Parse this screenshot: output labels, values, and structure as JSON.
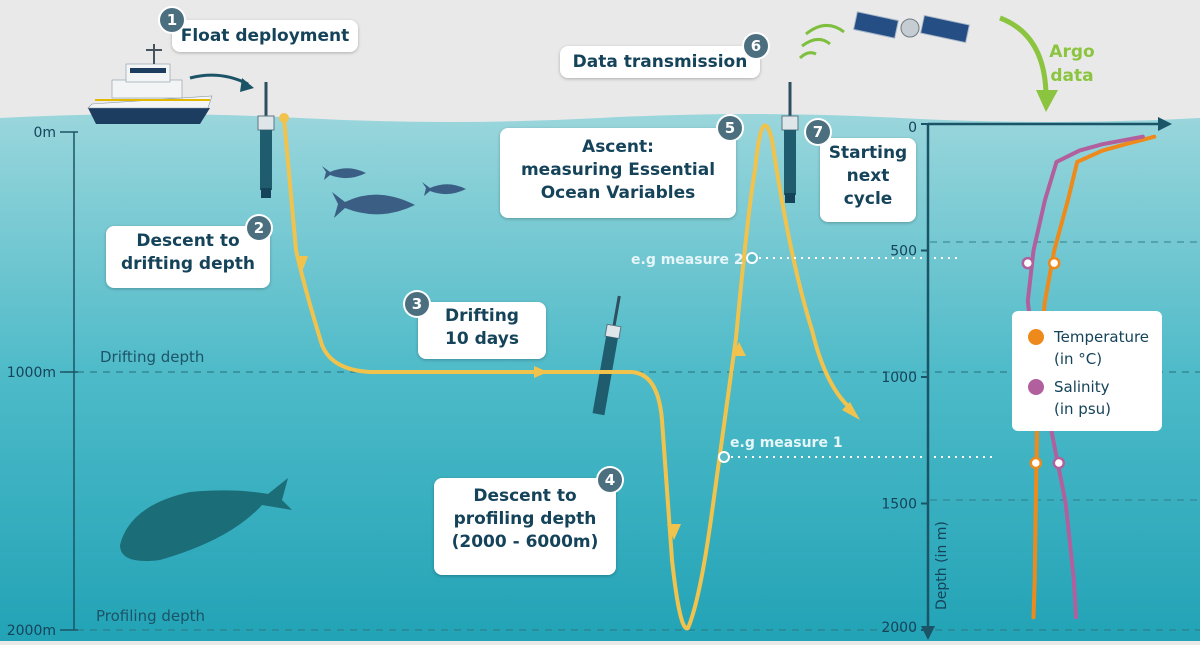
{
  "steps": [
    {
      "num": "1",
      "line1": "Float deployment",
      "line2": "",
      "line3": ""
    },
    {
      "num": "2",
      "line1": "Descent to",
      "line2": "drifting depth",
      "line3": ""
    },
    {
      "num": "3",
      "line1": "Drifting",
      "line2": "10 days",
      "line3": ""
    },
    {
      "num": "4",
      "line1": "Descent to",
      "line2": "profiling depth",
      "line3": "(2000 - 6000m)"
    },
    {
      "num": "5",
      "line1": "Ascent:",
      "line2": "measuring Essential",
      "line3": "Ocean Variables"
    },
    {
      "num": "6",
      "line1": "Data transmission",
      "line2": "",
      "line3": ""
    },
    {
      "num": "7",
      "line1": "Starting",
      "line2": "next",
      "line3": "cycle"
    }
  ],
  "depth_scale": {
    "ticks": [
      "0m",
      "1000m",
      "2000m"
    ],
    "drifting_label": "Drifting depth",
    "profiling_label": "Profiling depth"
  },
  "measures": {
    "m1": "e.g measure 1",
    "m2": "e.g measure 2"
  },
  "argo": {
    "line1": "Argo",
    "line2": "data"
  },
  "colors": {
    "temperature": "#ee8a1b",
    "salinity": "#b25f9e",
    "path": "#f1c34d",
    "ocean_top": "#8fd2d8",
    "ocean_bottom": "#28a5b8",
    "text": "#15435a",
    "argo": "#8bc43f"
  },
  "chart_data": {
    "type": "line",
    "ylabel": "Depth (in m)",
    "yticks": [
      "0",
      "500",
      "1000",
      "1500",
      "2000"
    ],
    "ylim": [
      0,
      2000
    ],
    "y_inverted": true,
    "series": [
      {
        "name": "Temperature",
        "unit": "(in °C)",
        "color": "#ee8a1b",
        "x": [
          195,
          170,
          150,
          128,
          120,
          108,
          100,
          95,
          93,
          92,
          91,
          90
        ],
        "y": [
          50,
          80,
          105,
          150,
          300,
          500,
          700,
          900,
          1200,
          1500,
          1800,
          1950
        ]
      },
      {
        "name": "Salinity",
        "unit": "(in psu)",
        "color": "#b25f9e",
        "x": [
          185,
          150,
          130,
          110,
          100,
          90,
          85,
          90,
          105,
          118,
          125,
          127
        ],
        "y": [
          50,
          80,
          105,
          150,
          300,
          500,
          700,
          900,
          1200,
          1500,
          1800,
          1950
        ]
      }
    ],
    "sample_points": [
      {
        "depth": 550,
        "temperature_x": 108,
        "salinity_x": 85
      },
      {
        "depth": 1340,
        "temperature_x": 92,
        "salinity_x": 112
      }
    ]
  }
}
